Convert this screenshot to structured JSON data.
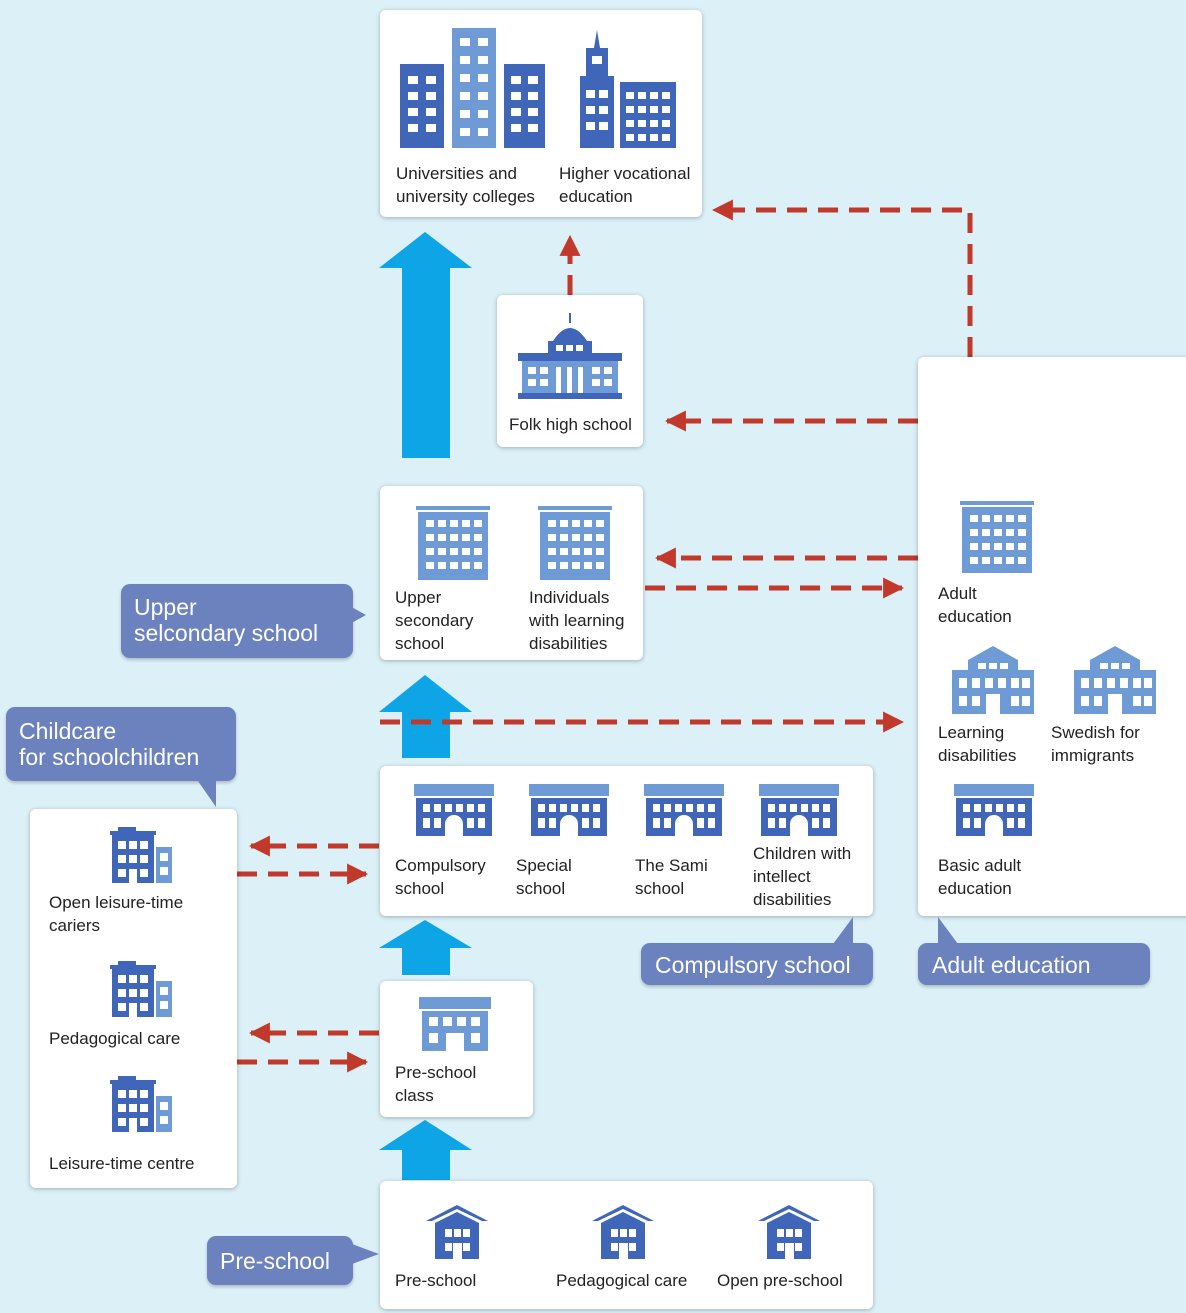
{
  "colors": {
    "background": "#dcf0f8",
    "box": "#ffffff",
    "building_dark": "#3f66b8",
    "building_light": "#6e9bd6",
    "callout": "#6b82bf",
    "progression_arrow": "#0ea5e6",
    "transfer_arrow": "#c0392b"
  },
  "higher": {
    "universities": "Universities and\nuniversity colleges",
    "vocational": "Higher vocational\neducation"
  },
  "folk": {
    "label": "Folk high school"
  },
  "upper": {
    "upper_secondary": "Upper\nsecondary\nschool",
    "learning_disabilities": "Individuals\nwith learning\ndisabilities"
  },
  "compulsory": {
    "compulsory": "Compulsory\nschool",
    "special": "Special\nschool",
    "sami": "The Sami\nschool",
    "intellect": "Children with\nintellect\ndisabilities"
  },
  "preschool_class": {
    "label": "Pre-school\nclass"
  },
  "preschool": {
    "preschool": "Pre-school",
    "pedagogical": "Pedagogical care",
    "open": "Open pre-school"
  },
  "childcare": {
    "open_leisure": "Open leisure-time\ncariers",
    "pedagogical": "Pedagogical care",
    "leisure_centre": "Leisure-time centre"
  },
  "adult": {
    "adult_education": "Adult\neducation",
    "learning": "Learning\ndisabilities",
    "swedish": "Swedish for\nimmigrants",
    "basic": "Basic adult\neducation"
  },
  "callouts": {
    "upper_secondary": "Upper\nselcondary school",
    "childcare": "Childcare\nfor schoolchildren",
    "compulsory": "Compulsory school",
    "adult": "Adult education",
    "preschool": "Pre-school"
  }
}
